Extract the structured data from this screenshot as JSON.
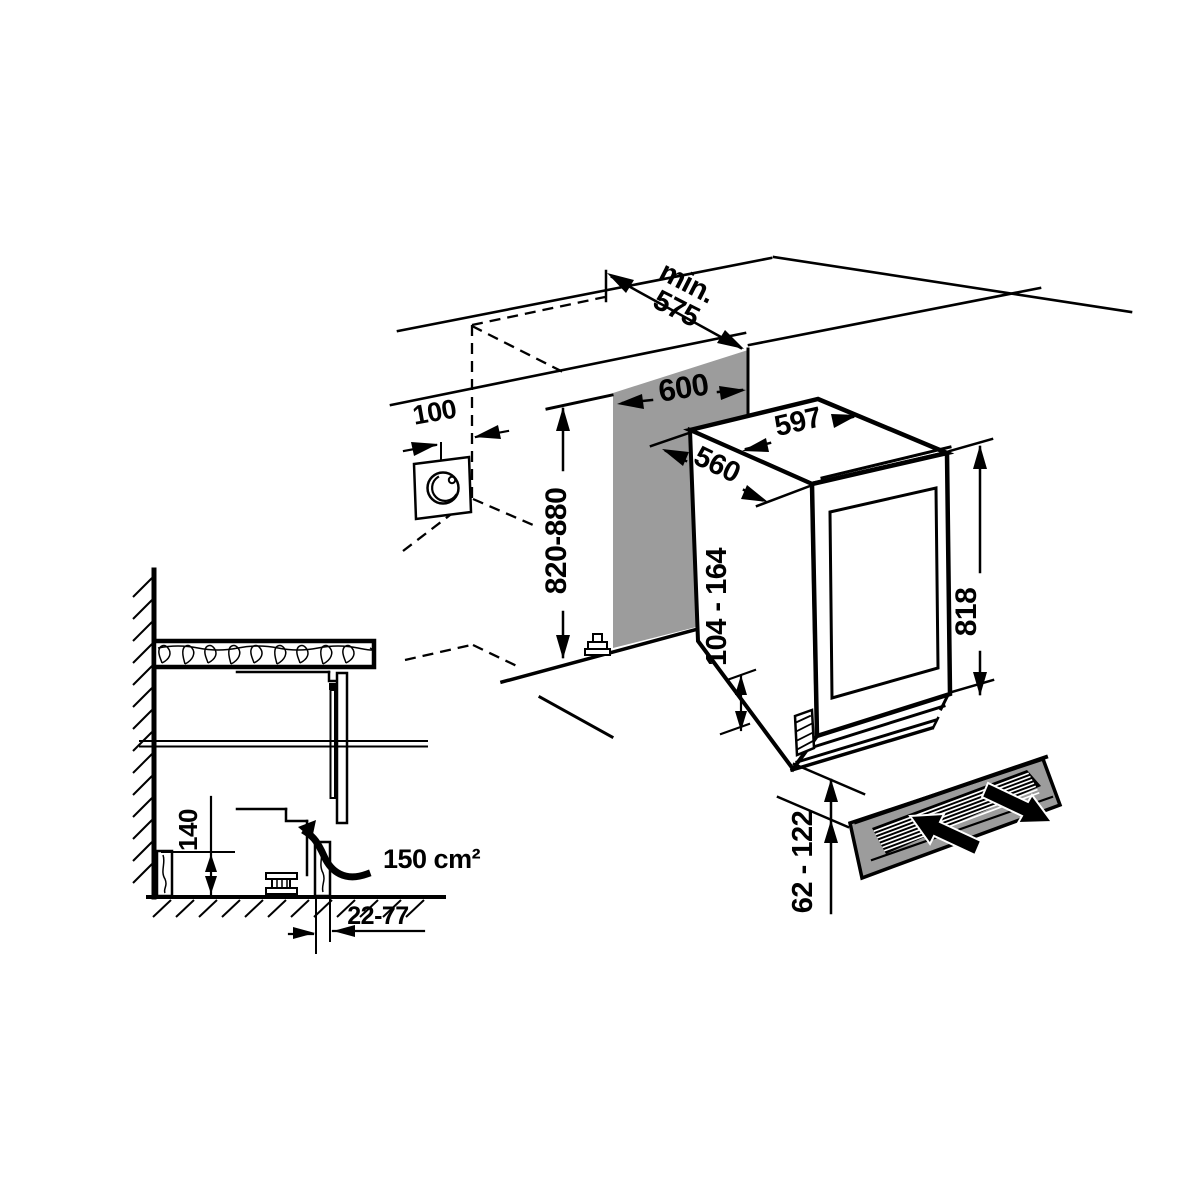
{
  "diagram": {
    "type": "appliance-installation-drawing",
    "colors": {
      "line": "#000000",
      "panel_gray": "#9c9c9c",
      "background": "#ffffff"
    },
    "main_view": {
      "niche_min_depth_prefix": "min.",
      "niche_min_depth_value": "575",
      "niche_width": "600",
      "niche_height": "820-880",
      "socket_offset": "100",
      "appliance_width": "597",
      "appliance_depth": "560",
      "appliance_height": "818",
      "plinth_adjust_range": "104 - 164",
      "vent_height_range": "62 - 122"
    },
    "section_view": {
      "floor_clearance": "140",
      "vent_cross_section": "150 cm²",
      "plinth_recess_depth": "22-77"
    }
  }
}
